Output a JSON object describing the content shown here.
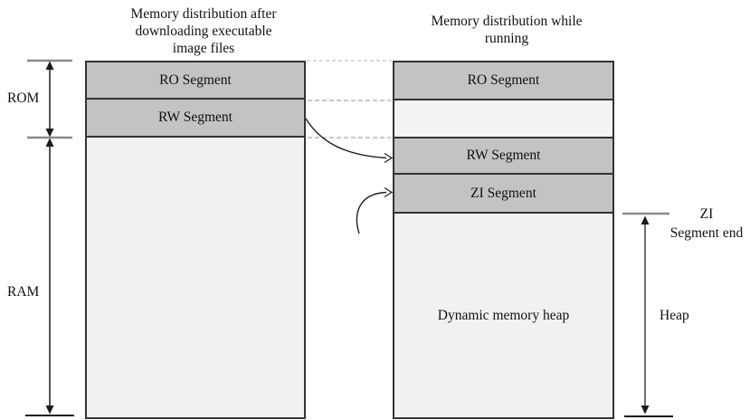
{
  "diagram": {
    "left": {
      "title_line1": "Memory distribution after",
      "title_line2": "downloading executable",
      "title_line3": "image files",
      "ro_label": "RO Segment",
      "rw_label": "RW Segment"
    },
    "right": {
      "title_line1": "Memory distribution while",
      "title_line2": "running",
      "ro_label": "RO Segment",
      "rw_label": "RW Segment",
      "zi_label": "ZI Segment",
      "heap_label": "Dynamic memory heap"
    },
    "annotations": {
      "rom": "ROM",
      "ram": "RAM",
      "zi_end_line1": "ZI",
      "zi_end_line2": "Segment end",
      "heap": "Heap"
    },
    "colors": {
      "segment_fill": "#c3c3c3",
      "empty_fill": "#f1f1f1",
      "border": "#333333",
      "dashed_line": "#ababab",
      "arrow": "#1a1a1a"
    }
  }
}
